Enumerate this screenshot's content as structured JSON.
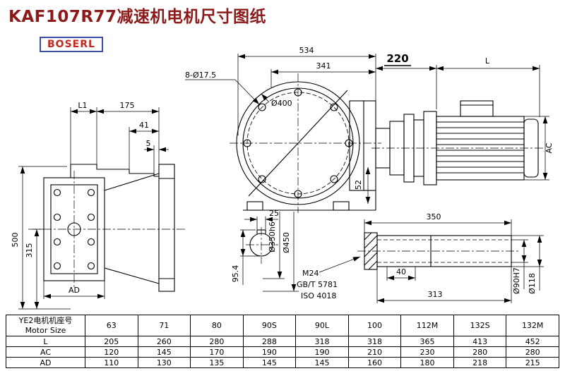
{
  "page": {
    "title": "KAF107R77减速机电机尺寸图纸",
    "logo": "BOSERL"
  },
  "dims": {
    "left": {
      "L1": "L1",
      "d175": "175",
      "d41": "41",
      "d5": "5",
      "d500": "500",
      "d315": "315",
      "AD": "AD",
      "d350h6": "Ø350h6",
      "d450": "Ø450"
    },
    "front": {
      "d534": "534",
      "d341": "341",
      "holes": "8-Ø17.5",
      "d400": "Ø400",
      "d52": "52"
    },
    "detail": {
      "d25": "25",
      "d954": "95.4",
      "m24": "M24",
      "gbt": "GB/T 5781",
      "iso": "ISO 4018"
    },
    "motor": {
      "d220": "220",
      "L": "L",
      "AC": "AC"
    },
    "shaft": {
      "d350": "350",
      "d40": "40",
      "d313": "313",
      "d90": "Ø90H7",
      "d118": "Ø118"
    }
  },
  "table": {
    "header_cn": "YE2电机机座号",
    "header_en": "Motor Size",
    "sizes": [
      "63",
      "71",
      "80",
      "90S",
      "90L",
      "100",
      "112M",
      "132S",
      "132M"
    ],
    "rows": [
      {
        "label": "L",
        "values": [
          "205",
          "260",
          "280",
          "288",
          "318",
          "318",
          "365",
          "413",
          "452"
        ]
      },
      {
        "label": "AC",
        "values": [
          "120",
          "145",
          "170",
          "190",
          "190",
          "210",
          "230",
          "280",
          "280"
        ]
      },
      {
        "label": "AD",
        "values": [
          "110",
          "130",
          "135",
          "145",
          "145",
          "160",
          "180",
          "218",
          "215"
        ]
      }
    ]
  }
}
